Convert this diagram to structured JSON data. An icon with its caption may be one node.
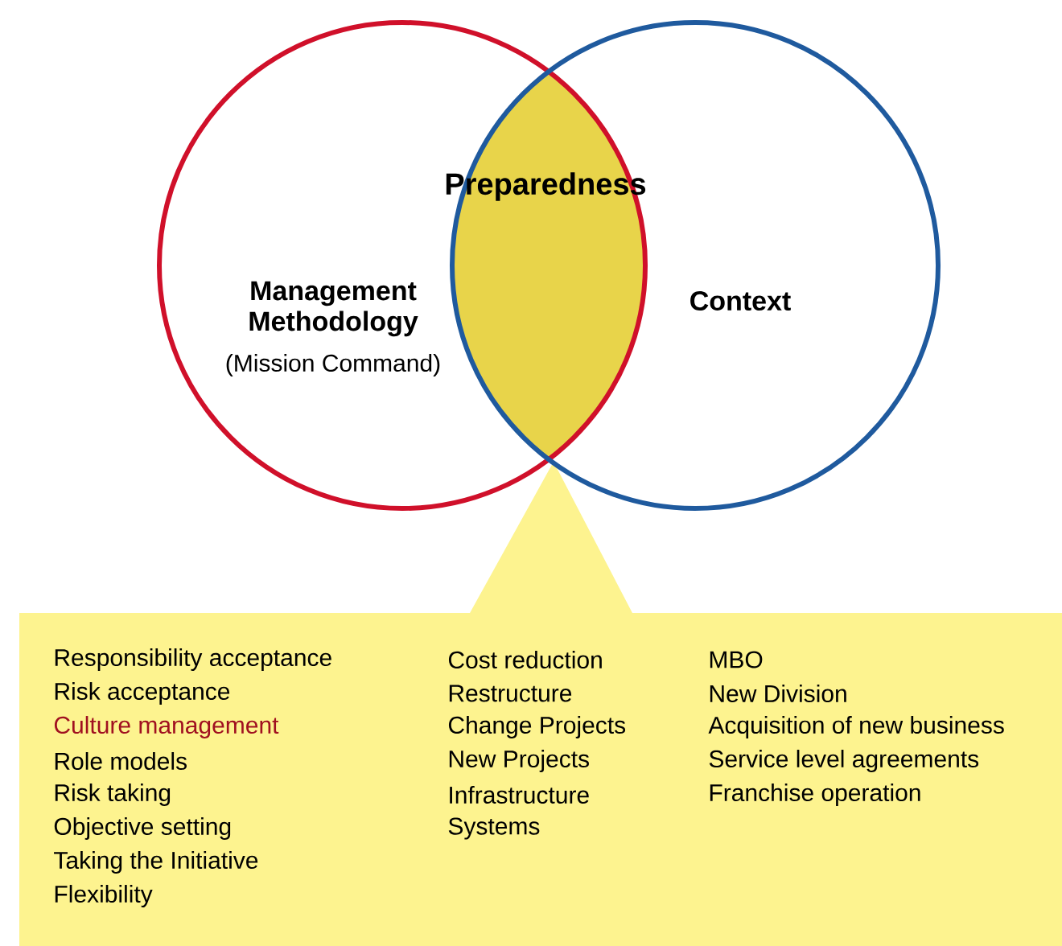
{
  "diagram": {
    "nodes": [
      {
        "text": [
          "Management Methodology",
          "(Mission Command)"
        ]
      },
      {
        "text": [
          "Context"
        ]
      },
      {
        "text": [
          "Preparedness"
        ]
      },
      {
        "text": [
          "Responsibility acceptance",
          "Risk acceptance",
          "Culture management",
          "Role models",
          "Risk taking",
          "Objective setting",
          "Taking the Initiative",
          "Flexibility",
          "Cost reduction",
          "Restructure",
          "Change Projects",
          "New Projects",
          "Infrastructure",
          "Systems",
          "MBO",
          "New Division",
          "Acquisition of new business",
          "Service level agreements",
          "Franchise operation"
        ]
      }
    ]
  }
}
